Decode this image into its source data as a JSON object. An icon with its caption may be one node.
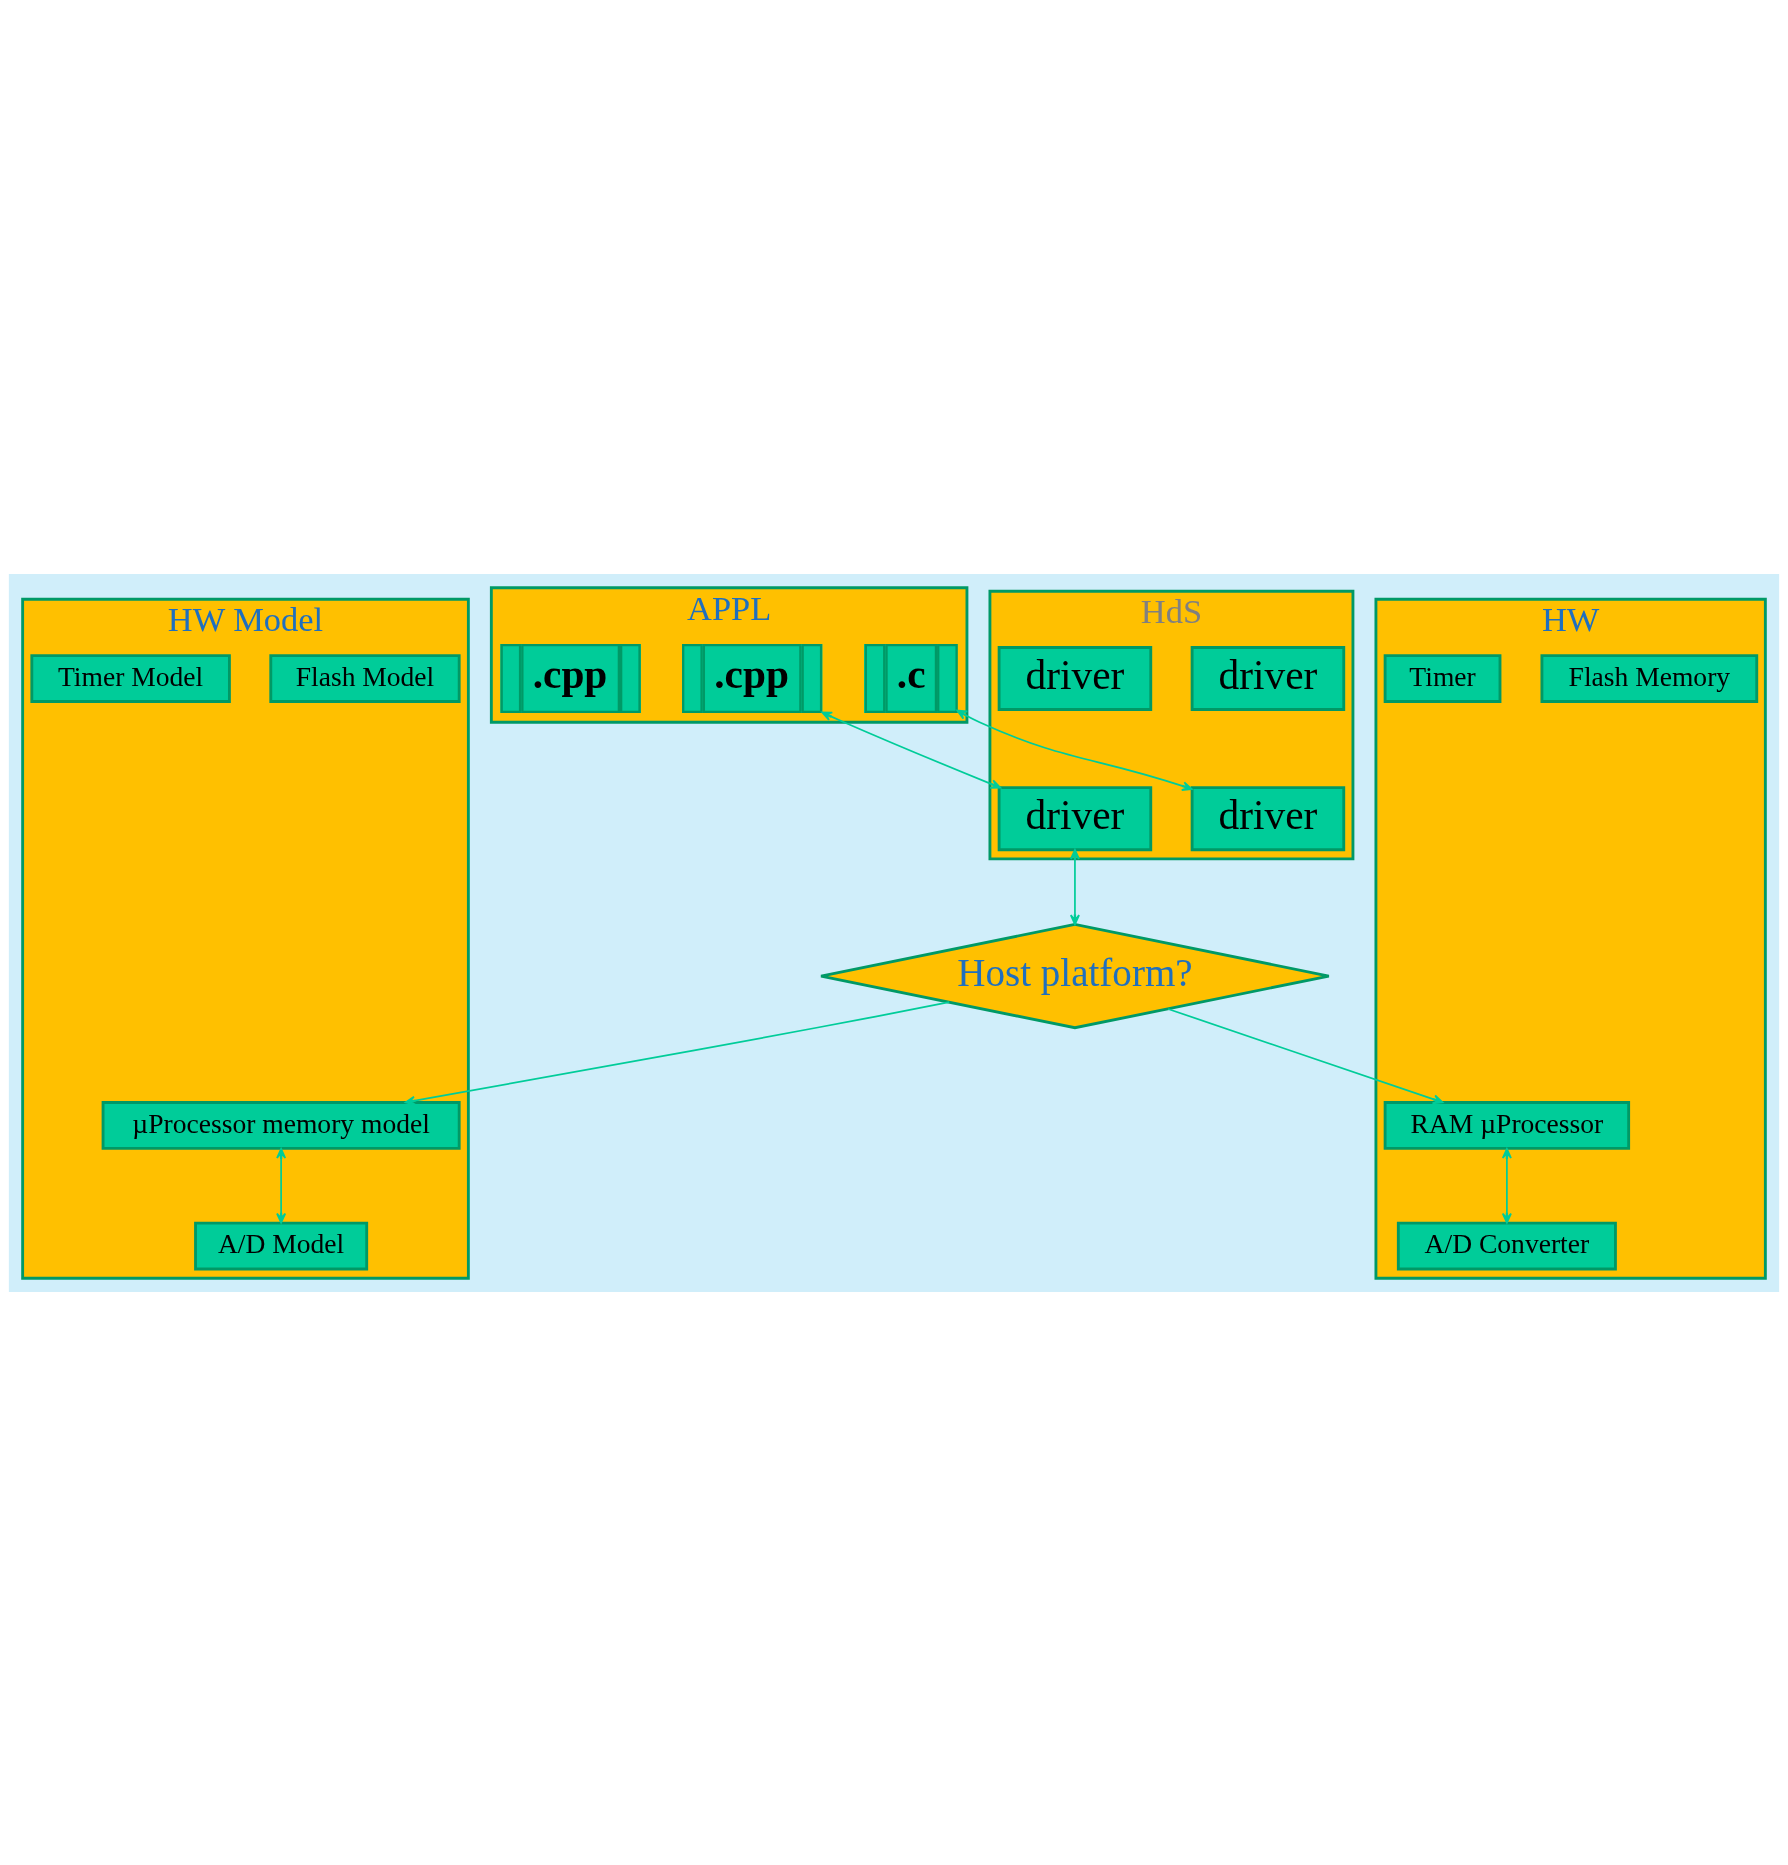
{
  "diagram": {
    "nodes": [
      {
        "text": [
          "APPL"
        ]
      },
      {
        "text": [
          ".c"
        ],
        "in": 0
      },
      {
        "text": [
          ".cpp"
        ],
        "in": 0
      },
      {
        "text": [
          ".cpp"
        ],
        "in": 0
      },
      {
        "text": [
          "HdS"
        ]
      },
      {
        "text": [
          "driver"
        ],
        "in": 4
      },
      {
        "text": [
          "driver"
        ],
        "in": 4
      },
      {
        "text": [
          "driver"
        ],
        "in": 4
      },
      {
        "text": [
          "driver"
        ],
        "in": 4
      },
      {
        "text": [
          "Host platform?"
        ]
      },
      {
        "text": [
          "HW Model"
        ]
      },
      {
        "text": [
          "µProcessor memory model"
        ],
        "in": 10
      },
      {
        "text": [
          "Flash Model"
        ],
        "in": 10
      },
      {
        "text": [
          "A/D Model"
        ],
        "in": 10
      },
      {
        "text": [
          "Timer Model"
        ],
        "in": 10
      },
      {
        "text": [
          "HW"
        ]
      },
      {
        "text": [
          "RAM µProcessor"
        ],
        "in": 15
      },
      {
        "text": [
          "Flash Memory"
        ],
        "in": 15
      },
      {
        "text": [
          "A/D Converter"
        ],
        "in": 15
      },
      {
        "text": [
          "Timer"
        ],
        "in": 15
      }
    ],
    "edges": [
      {
        "from": 1,
        "to": 5,
        "arrow": "both"
      },
      {
        "from": 2,
        "to": 6,
        "arrow": "both"
      },
      {
        "from": 6,
        "to": 9,
        "arrow": "both"
      },
      {
        "from": 9,
        "to": 11,
        "arrow": "to"
      },
      {
        "from": 9,
        "to": 16,
        "arrow": "to"
      },
      {
        "from": 11,
        "to": 13,
        "arrow": "both"
      },
      {
        "from": 16,
        "to": 18,
        "arrow": "both"
      }
    ]
  }
}
